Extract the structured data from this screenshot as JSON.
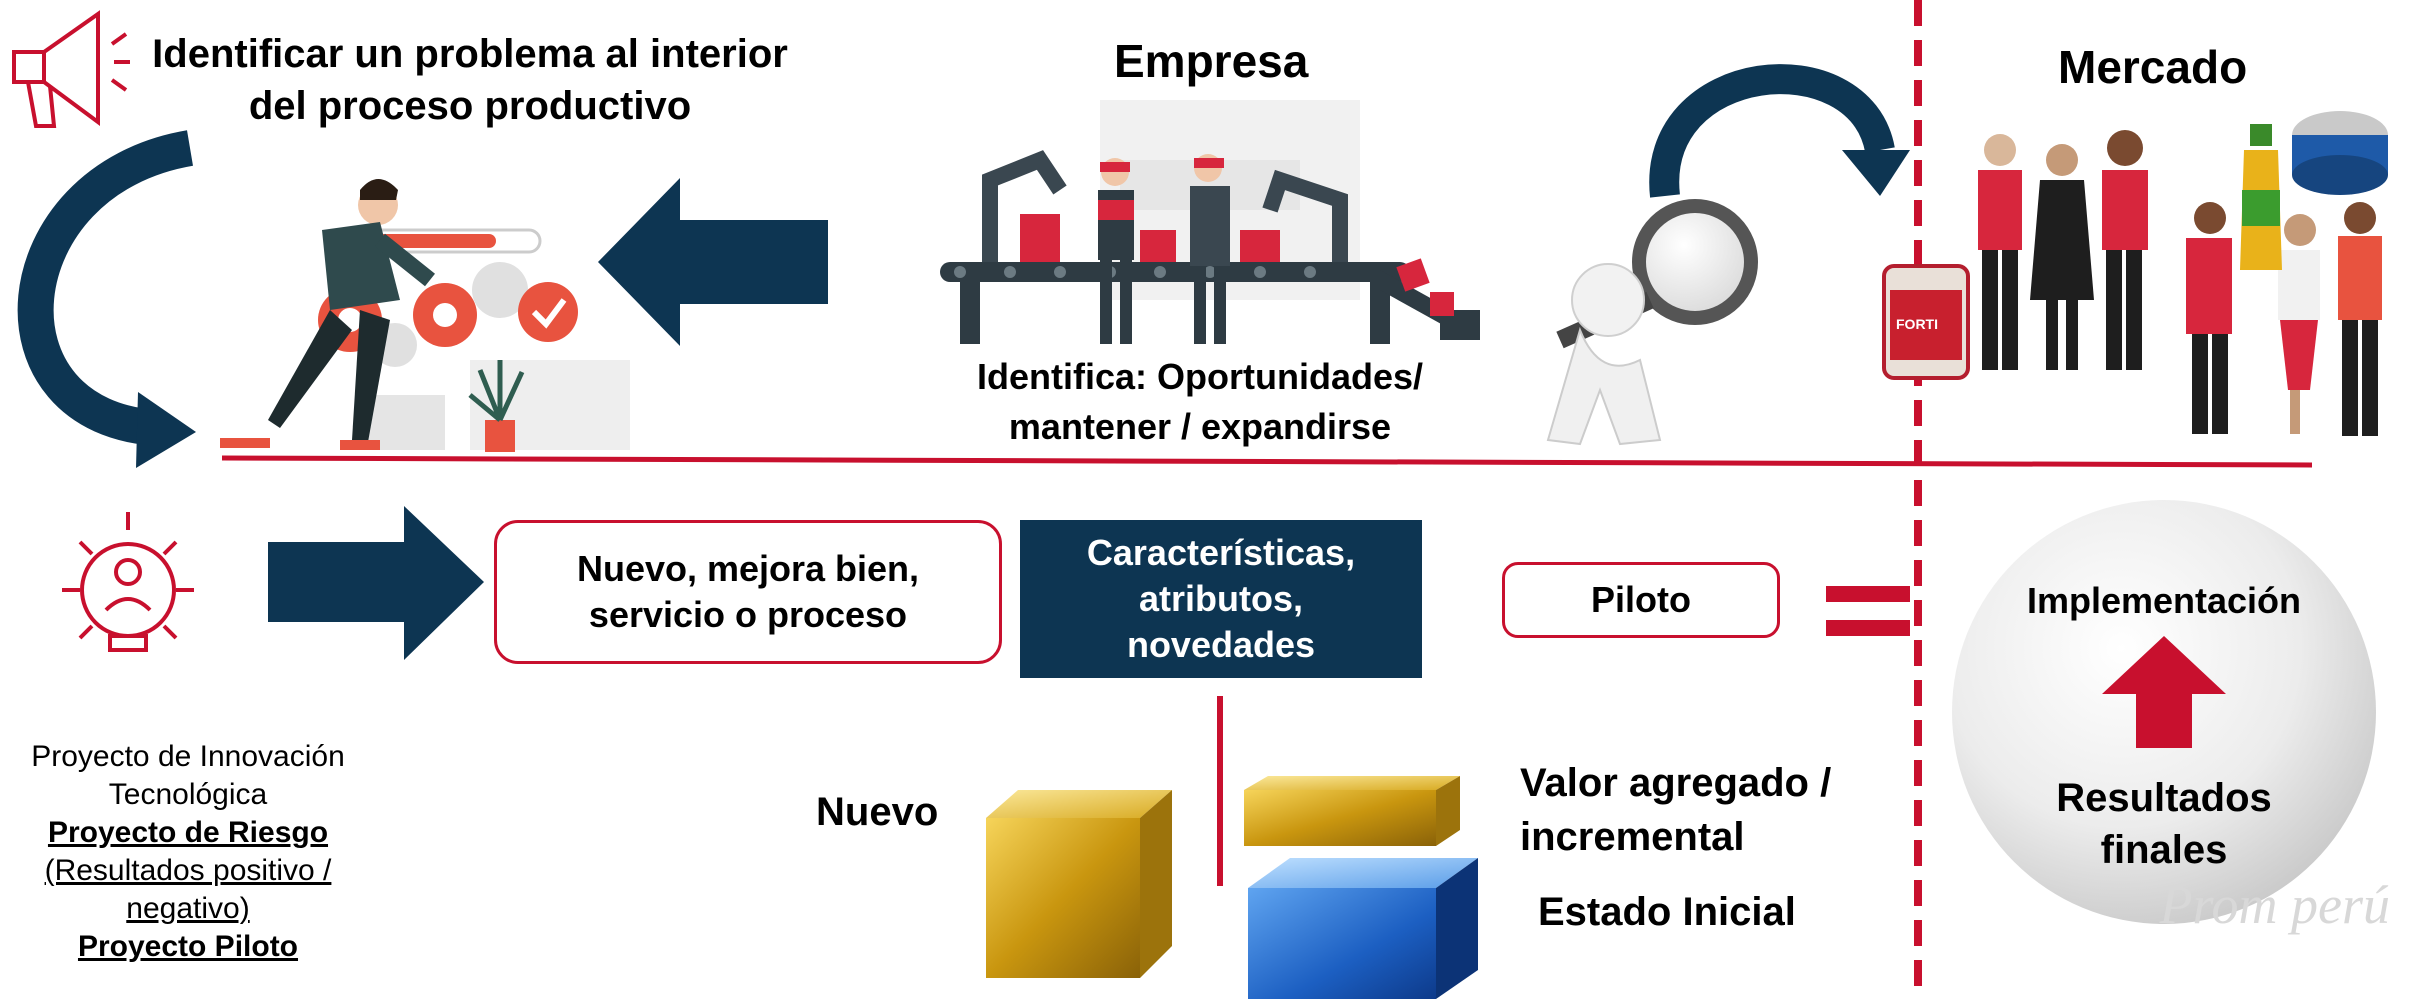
{
  "title_problem": "Identificar un problema al interior del proceso productivo",
  "heading_company": "Empresa",
  "heading_market": "Mercado",
  "company_caption": "Identifica: Oportunidades/ mantener / expandirse",
  "box_new": "Nuevo, mejora bien, servicio o proceso",
  "box_features": "Características, atributos, novedades",
  "box_pilot": "Piloto",
  "circle_top": "Implementación",
  "circle_bottom": "Resultados finales",
  "label_nuevo": "Nuevo",
  "label_valor": "Valor agregado / incremental",
  "label_estado": "Estado Inicial",
  "product_label": "FORTI",
  "watermark": "Prom perú",
  "project": {
    "line1": "Proyecto de  Innovación Tecnológica",
    "line2": "Proyecto de Riesgo",
    "line3": "(Resultados positivo / negativo)",
    "line4": "Proyecto Piloto"
  },
  "colors": {
    "navy": "#0d3552",
    "red": "#c8102e",
    "gear": "#e8533f",
    "gold": "#d4a514",
    "blue": "#1e66c8"
  }
}
